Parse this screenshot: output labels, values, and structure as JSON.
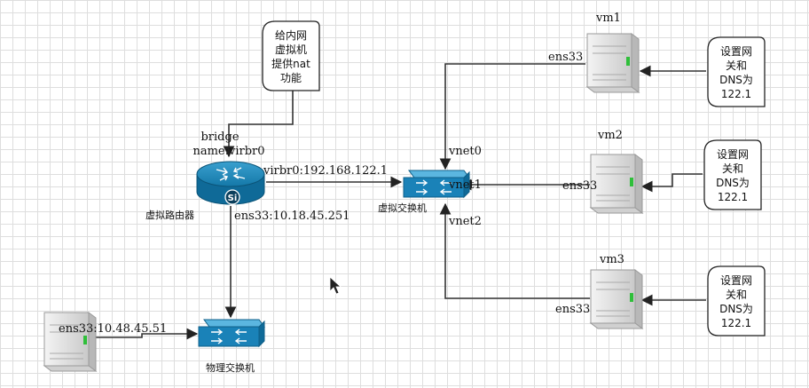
{
  "diagram": {
    "router": {
      "bridge_label_line1": "bridge",
      "bridge_label_line2": "name:virbr0",
      "badge": "Si",
      "caption": "虚拟路由器",
      "virbr0_ip": "virbr0:192.168.122.1",
      "ens33_ip": "ens33:10.18.45.251"
    },
    "router_note": {
      "lines": [
        "给内网",
        "虚拟机",
        "提供nat",
        "功能"
      ]
    },
    "virtual_switch": {
      "caption": "虚拟交换机",
      "port_vnet0": "vnet0",
      "port_vnet1": "vnet1",
      "port_vnet2": "vnet2"
    },
    "physical_switch": {
      "caption": "物理交换机"
    },
    "host": {
      "ens33_ip": "ens33:10.48.45.51"
    },
    "vms": [
      {
        "name": "vm1",
        "nic": "ens33",
        "note": [
          "设置网",
          "关和",
          "DNS为",
          "122.1"
        ]
      },
      {
        "name": "vm2",
        "nic": "ens33",
        "note": [
          "设置网",
          "关和",
          "DNS为",
          "122.1"
        ]
      },
      {
        "name": "vm3",
        "nic": "ens33",
        "note": [
          "设置网",
          "关和",
          "DNS为",
          "122.1"
        ]
      }
    ],
    "colors": {
      "router_fill": "#1478a8",
      "switch_fill": "#1a82b8",
      "server_body": "#e6e6e6",
      "edge": "#333333"
    }
  }
}
